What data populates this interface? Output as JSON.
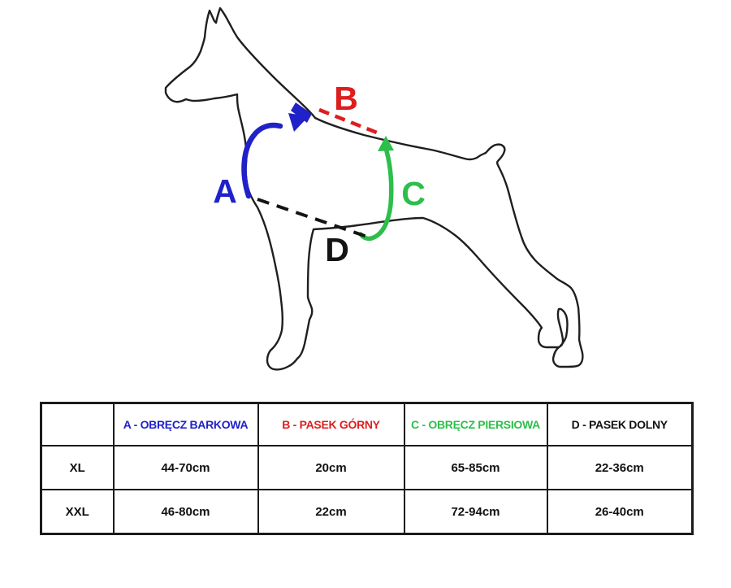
{
  "diagram": {
    "label_a": "A",
    "label_b": "B",
    "label_c": "C",
    "label_d": "D",
    "colors": {
      "blue": "#2121c9",
      "red": "#dd1e1e",
      "green": "#2dbe4b",
      "black": "#141414"
    }
  },
  "table": {
    "headers": {
      "size": "",
      "a": "A - OBRĘCZ BARKOWA",
      "b": "B - PASEK GÓRNY",
      "c": "C - OBRĘCZ PIERSIOWA",
      "d": "D - PASEK DOLNY"
    },
    "header_colors": {
      "size": "#111111",
      "a": "#2121c9",
      "b": "#dd1e1e",
      "c": "#2dbe4b",
      "d": "#111111"
    },
    "rows": [
      {
        "size": "XL",
        "a": "44-70cm",
        "b": "20cm",
        "c": "65-85cm",
        "d": "22-36cm"
      },
      {
        "size": "XXL",
        "a": "46-80cm",
        "b": "22cm",
        "c": "72-94cm",
        "d": "26-40cm"
      }
    ]
  }
}
